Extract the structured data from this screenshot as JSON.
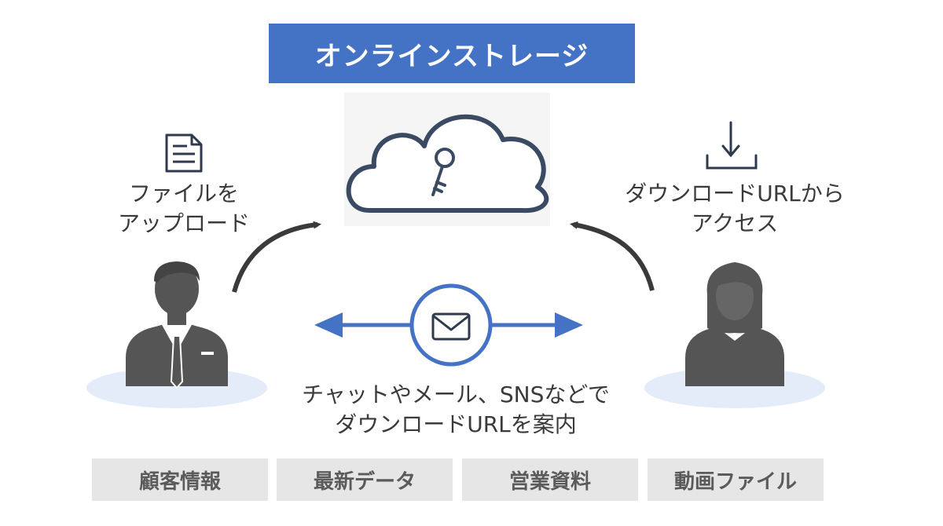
{
  "title": "オンラインストレージ",
  "upload_caption": [
    "ファイルを",
    "アップロード"
  ],
  "download_caption": [
    "ダウンロードURLから",
    "アクセス"
  ],
  "share_caption": [
    "チャットやメール、SNSなどで",
    "ダウンロードURLを案内"
  ],
  "tags": [
    "顧客情報",
    "最新データ",
    "営業資料",
    "動画ファイル"
  ],
  "colors": {
    "accent_blue": "#4472c4",
    "person_gray": "#555555",
    "platform_blue": "#e3ecf8",
    "tag_gray": "#e6e6e6",
    "cloud_outline": "#3b4a63"
  },
  "icons": [
    "document-icon",
    "cloud-key-icon",
    "download-icon",
    "mail-icon",
    "businessman-icon",
    "businesswoman-icon"
  ]
}
